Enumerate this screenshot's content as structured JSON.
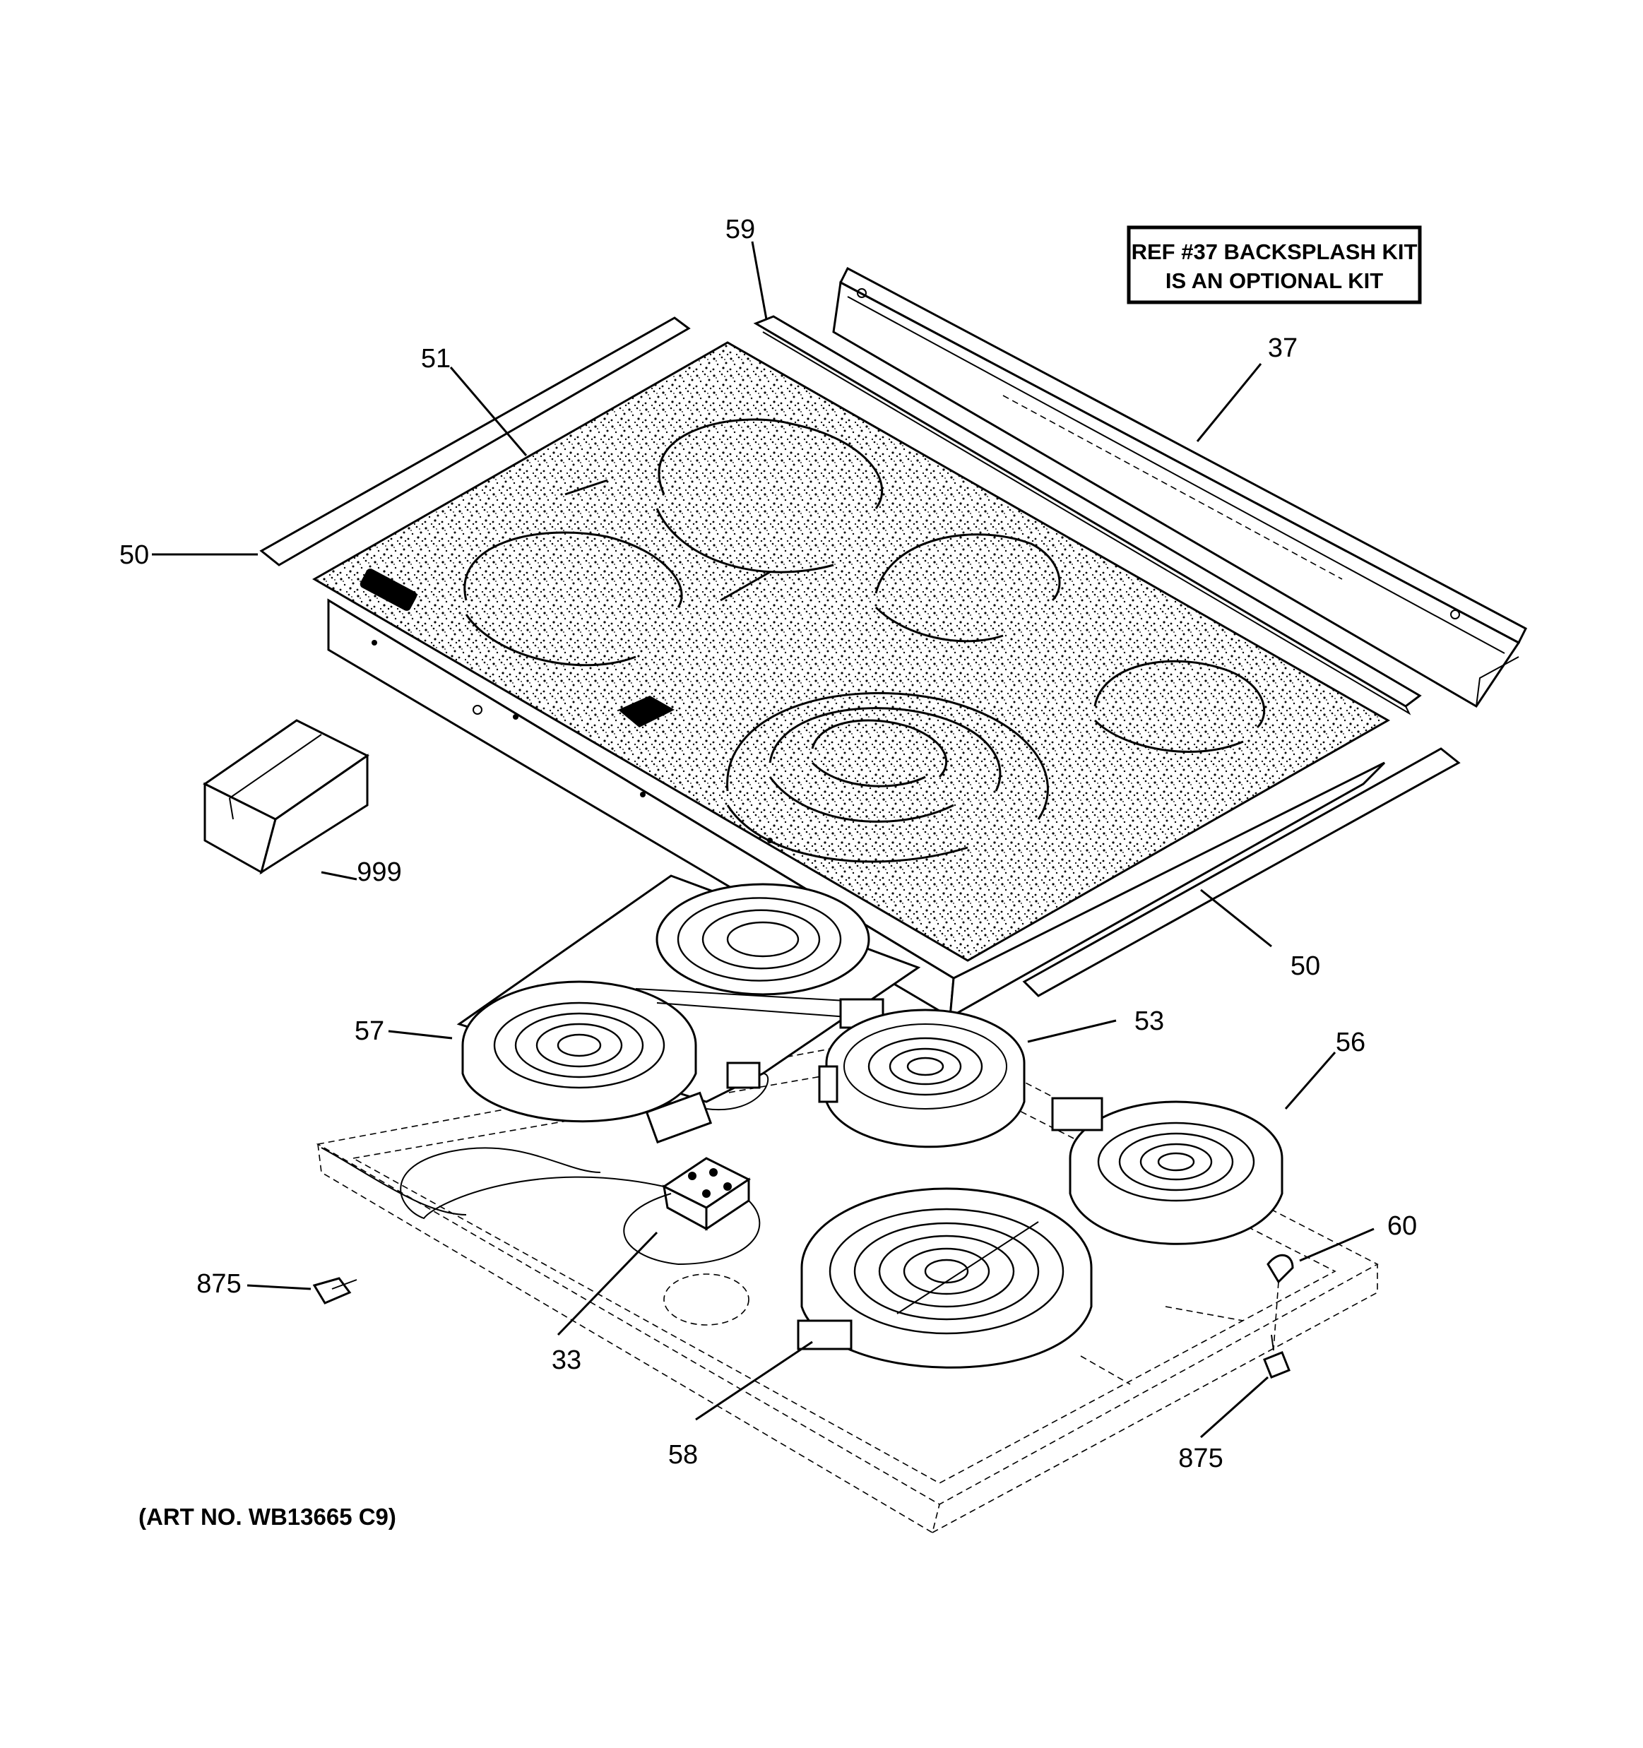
{
  "note": {
    "line1": "REF #37 BACKSPLASH KIT",
    "line2": "IS AN OPTIONAL KIT"
  },
  "art_number": "(ART NO. WB13665 C9)",
  "callouts": {
    "p59": "59",
    "p37": "37",
    "p51": "51",
    "p50_left": "50",
    "p50_right": "50",
    "p999": "999",
    "p57": "57",
    "p53": "53",
    "p56": "56",
    "p60": "60",
    "p875_left": "875",
    "p875_right": "875",
    "p33": "33",
    "p58": "58"
  }
}
